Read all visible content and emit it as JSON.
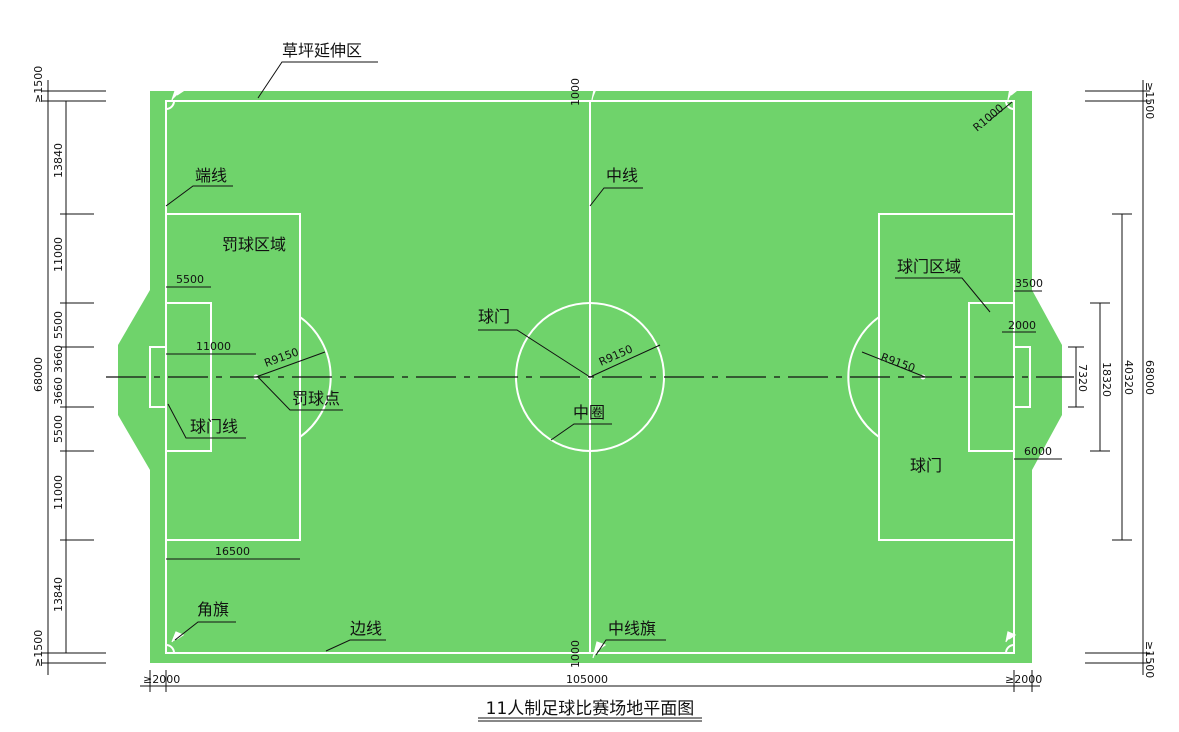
{
  "title": "11人制足球比赛场地平面图",
  "colors": {
    "grass": "#6fd36b",
    "lines": "#ffffff",
    "ink": "#111111"
  },
  "labels": {
    "extension": "草坪延伸区",
    "goal_line": "端线",
    "penalty_area": "罚球区域",
    "goal_line_label": "球门线",
    "penalty_spot": "罚球点",
    "goal_center": "球门",
    "center_circle": "中圈",
    "halfway": "中线",
    "goal_area": "球门区域",
    "goal_right": "球门",
    "corner_flag": "角旗",
    "touchline": "边线",
    "halfway_flag": "中线旗"
  },
  "dims": {
    "left_1500_top": "≥1500",
    "left_13840_top": "13840",
    "left_11000_top": "11000",
    "left_5500_top": "5500",
    "left_3660_top": "3660",
    "left_68000": "68000",
    "left_3660_bot": "3660",
    "left_5500_bot": "5500",
    "left_11000_bot": "11000",
    "left_13840_bot": "13840",
    "left_1500_bot": "≥1500",
    "right_1500_top": "≥1500",
    "right_1500_bot": "≥1500",
    "right_68000": "68000",
    "right_40320": "40320",
    "right_18320": "18320",
    "right_7320": "7320",
    "bottom_2000_left": "≥2000",
    "bottom_105000": "105000",
    "bottom_2000_right": "≥2000",
    "top_1000": "1000",
    "bottom_1000": "1000",
    "pen_5500": "5500",
    "pen_11000": "11000",
    "pen_16500": "16500",
    "r_arc_left": "R9150",
    "r_center": "R9150",
    "r_arc_right": "R9150",
    "r_corner": "R1000",
    "right_3500": "3500",
    "right_2000": "2000",
    "right_6000": "6000"
  }
}
